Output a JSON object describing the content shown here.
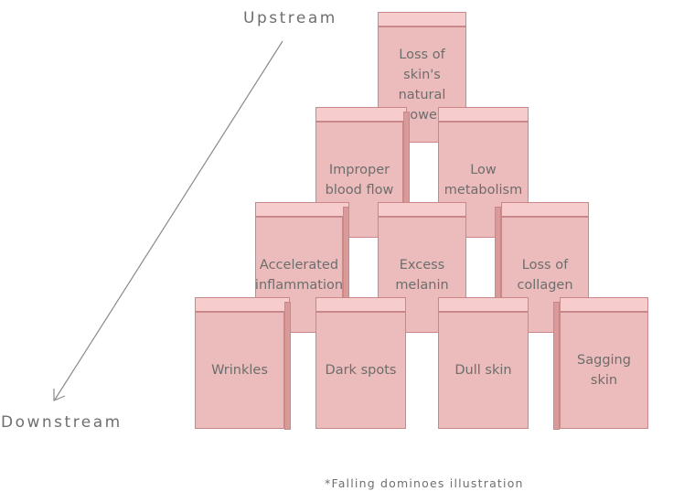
{
  "diagram": {
    "upstream_label": "Upstream",
    "downstream_label": "Downstream",
    "footnote": "*Falling dominoes illustration",
    "colors": {
      "box_fill": "#ecbcbc",
      "box_top": "#f6cccc",
      "box_side": "#d99a9a",
      "box_border": "#c98888",
      "text": "#6d6d6d",
      "arrow": "#8a8a8a"
    },
    "dominoes": {
      "row1": [
        "Loss of skin's\nnatural power"
      ],
      "row2": [
        "Improper\nblood flow",
        "Low\nmetabolism"
      ],
      "row3": [
        "Accelerated\ninflammation",
        "Excess\nmelanin",
        "Loss of\ncollagen"
      ],
      "row4": [
        "Wrinkles",
        "Dark spots",
        "Dull skin",
        "Sagging\nskin"
      ]
    }
  }
}
